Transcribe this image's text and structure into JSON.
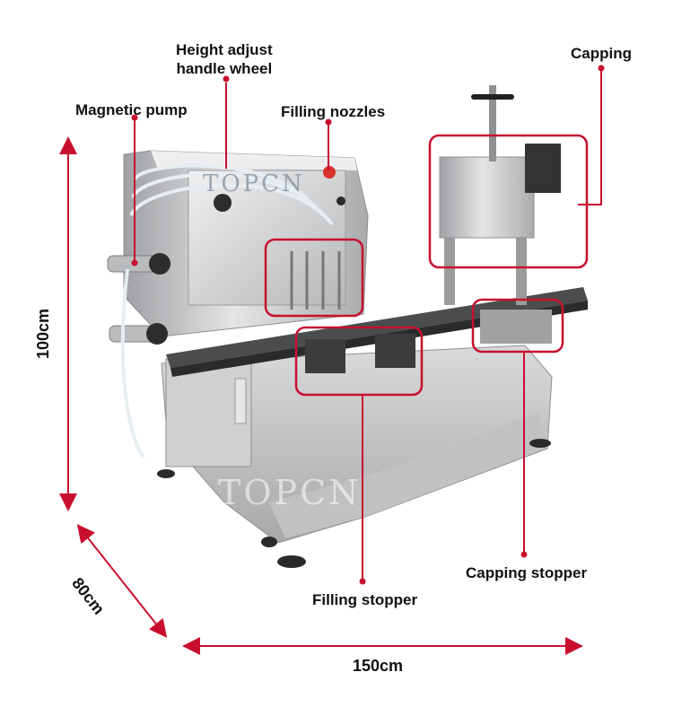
{
  "colors": {
    "annotation_red": "#c8102e",
    "steel": "#c9cacb",
    "background": "#ffffff"
  },
  "callouts": {
    "height_adjust": "Height adjust\nhandle wheel",
    "magnetic_pump": "Magnetic pump",
    "filling_nozzles": "Filling nozzles",
    "capping": "Capping",
    "filling_stopper": "Filling stopper",
    "capping_stopper": "Capping stopper"
  },
  "dimensions": {
    "height": "100cm",
    "depth": "80cm",
    "width": "150cm"
  },
  "watermark": {
    "top": "TOPCN",
    "bottom": "TOPCN"
  }
}
